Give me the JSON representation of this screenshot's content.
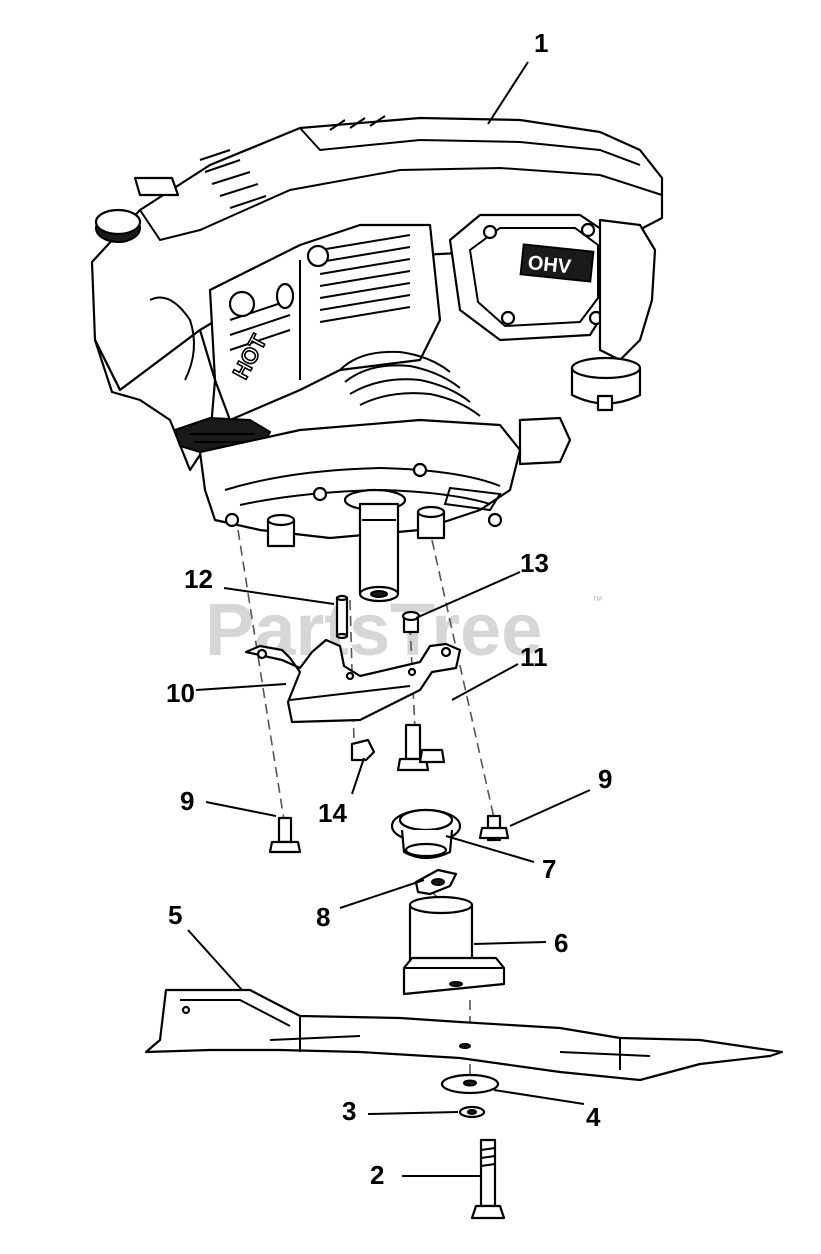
{
  "watermark": {
    "text": "PartsTree",
    "trademark": "™"
  },
  "engine_markings": {
    "ohv": "OHV",
    "hot": "HOT"
  },
  "callouts": [
    {
      "id": "1",
      "label": "1"
    },
    {
      "id": "2",
      "label": "2"
    },
    {
      "id": "3",
      "label": "3"
    },
    {
      "id": "4",
      "label": "4"
    },
    {
      "id": "5",
      "label": "5"
    },
    {
      "id": "6",
      "label": "6"
    },
    {
      "id": "7",
      "label": "7"
    },
    {
      "id": "8",
      "label": "8"
    },
    {
      "id": "9a",
      "label": "9"
    },
    {
      "id": "9b",
      "label": "9"
    },
    {
      "id": "10",
      "label": "10"
    },
    {
      "id": "11",
      "label": "11"
    },
    {
      "id": "12",
      "label": "12"
    },
    {
      "id": "13",
      "label": "13"
    },
    {
      "id": "14",
      "label": "14"
    }
  ]
}
